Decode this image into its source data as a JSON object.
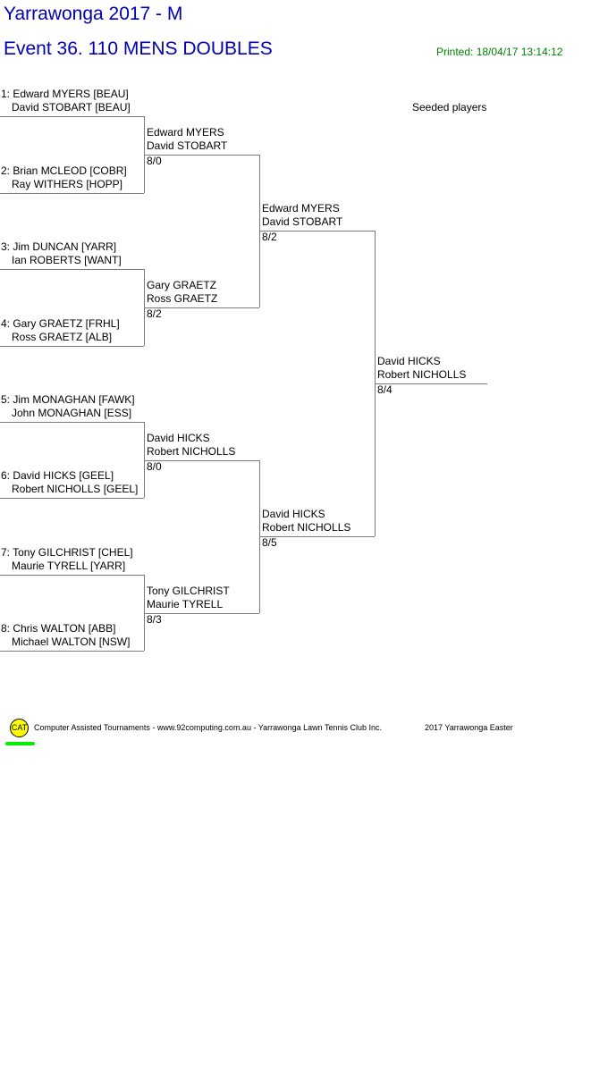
{
  "header": {
    "title": "Yarrawonga 2017 - M",
    "event": "Event 36. 110 MENS DOUBLES",
    "printed": "Printed: 18/04/17 13:14:12",
    "seeded_label": "Seeded players"
  },
  "round1": [
    {
      "p1": "1: Edward MYERS [BEAU]",
      "p2": "David STOBART [BEAU]"
    },
    {
      "p1": "2: Brian MCLEOD [COBR]",
      "p2": "Ray WITHERS [HOPP]"
    },
    {
      "p1": "3: Jim DUNCAN [YARR]",
      "p2": "Ian ROBERTS [WANT]"
    },
    {
      "p1": "4: Gary GRAETZ [FRHL]",
      "p2": "Ross GRAETZ [ALB]"
    },
    {
      "p1": "5: Jim MONAGHAN [FAWK]",
      "p2": "John MONAGHAN [ESS]"
    },
    {
      "p1": "6: David HICKS [GEEL]",
      "p2": "Robert NICHOLLS [GEEL]"
    },
    {
      "p1": "7: Tony GILCHRIST [CHEL]",
      "p2": "Maurie TYRELL [YARR]"
    },
    {
      "p1": "8: Chris WALTON [ABB]",
      "p2": "Michael WALTON [NSW]"
    }
  ],
  "round2": [
    {
      "p1": "Edward MYERS",
      "p2": "David STOBART",
      "score": "8/0"
    },
    {
      "p1": "Gary GRAETZ",
      "p2": "Ross GRAETZ",
      "score": "8/2"
    },
    {
      "p1": "David HICKS",
      "p2": "Robert NICHOLLS",
      "score": "8/0"
    },
    {
      "p1": "Tony GILCHRIST",
      "p2": "Maurie TYRELL",
      "score": "8/3"
    }
  ],
  "round3": [
    {
      "p1": "Edward MYERS",
      "p2": "David STOBART",
      "score": "8/2"
    },
    {
      "p1": "David HICKS",
      "p2": "Robert NICHOLLS",
      "score": "8/5"
    }
  ],
  "final": [
    {
      "p1": "David HICKS",
      "p2": "Robert NICHOLLS",
      "score": "8/4"
    }
  ],
  "footer": {
    "logo": "CAT",
    "text": "Computer Assisted Tournaments - www.92computing.com.au -  Yarrawonga Lawn Tennis Club Inc.",
    "event": "2017 Yarrawonga Easter"
  }
}
